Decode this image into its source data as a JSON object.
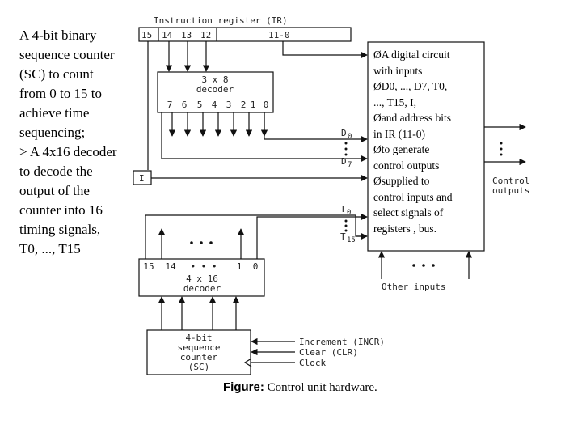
{
  "left_text": [
    "A 4-bit binary",
    "sequence counter",
    "(SC) to count",
    "from 0 to 15 to",
    "achieve time",
    "sequencing;",
    "> A 4x16 decoder",
    "to decode the",
    "output of the",
    "counter into 16",
    "timing signals,",
    "T0, ..., T15"
  ],
  "right_text": [
    "ØA digital circuit",
    "with inputs",
    "ØD0, ..., D7, T0,",
    "..., T15, I,",
    "Øand address bits",
    "in IR (11-0)",
    "Øto generate",
    "control outputs",
    "Øsupplied to",
    "control inputs and",
    "select signals of",
    "registers , bus."
  ],
  "ir": {
    "title": "Instruction register (IR)",
    "cells": [
      "15",
      "14",
      "13",
      "12",
      "11-0"
    ]
  },
  "decoder_3x8": {
    "title": [
      "3 x 8",
      "decoder"
    ],
    "outputs": [
      "7",
      "6",
      "5",
      "4",
      "3",
      "2",
      "1",
      "0"
    ]
  },
  "decoder_4x16": {
    "title": [
      "4 x 16",
      "decoder"
    ],
    "outputs": [
      "15",
      "14",
      "• • •",
      "1",
      "0"
    ]
  },
  "counter": {
    "title": [
      "4-bit",
      "sequence",
      "counter",
      "(SC)"
    ]
  },
  "counter_inputs": [
    "Increment (INCR)",
    "Clear (CLR)",
    "Clock"
  ],
  "signals": {
    "i_flag": "I",
    "d0": "D",
    "d0_sub": "0",
    "d7": "D",
    "d7_sub": "7",
    "t0": "T",
    "t0_sub": "0",
    "t15": "T",
    "t15_sub": "15"
  },
  "control_outputs": [
    "Control",
    "outputs"
  ],
  "other_inputs": "Other inputs",
  "caption": {
    "prefix": "Figure:",
    "text": "Control unit hardware."
  }
}
